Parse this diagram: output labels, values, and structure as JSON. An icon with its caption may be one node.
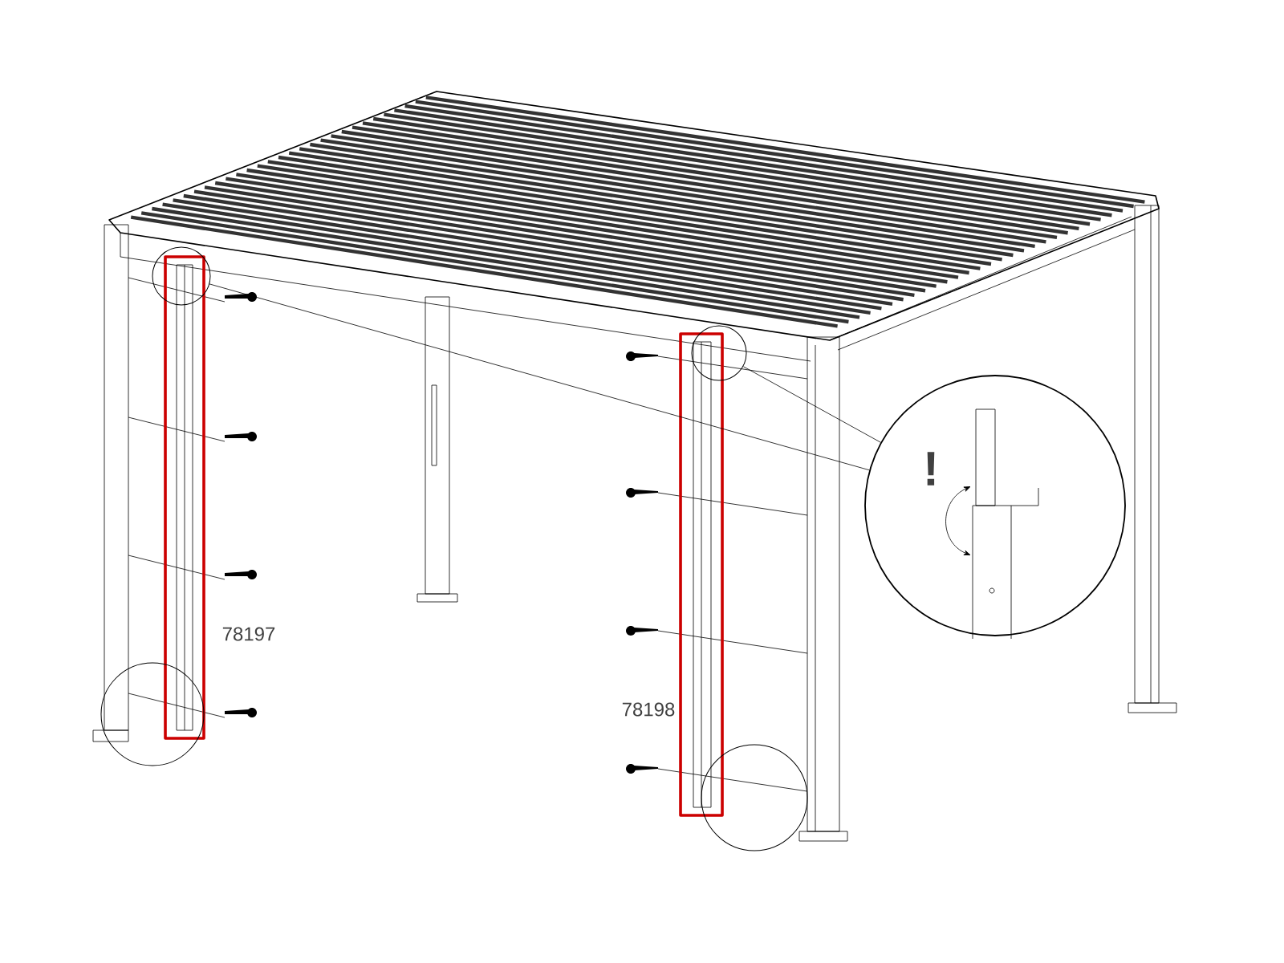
{
  "diagram": {
    "nodes": [
      {
        "text": [],
        "shape": "circle"
      },
      {
        "text": [],
        "shape": "circle"
      },
      {
        "text": [],
        "shape": "circle"
      },
      {
        "text": [],
        "shape": "circle"
      },
      {
        "text": [],
        "shape": "picture"
      }
    ],
    "edges": [
      {
        "from": 0,
        "to": 4,
        "arrow": "none"
      },
      {
        "from": 2,
        "to": 4,
        "arrow": "none"
      }
    ],
    "labels": [
      "78197",
      "!",
      "78198"
    ]
  }
}
